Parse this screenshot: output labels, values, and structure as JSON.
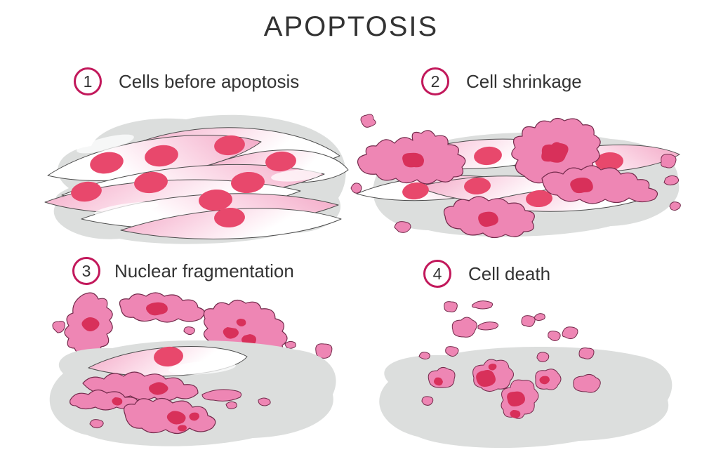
{
  "title": "APOPTOSIS",
  "colors": {
    "accent_circle": "#c2185b",
    "text": "#333333",
    "substrate_gray": "#dcdedd",
    "cell_pink": "#f3a8c6",
    "cell_pink_pale": "#fbd9e7",
    "nucleus_red": "#e8486c",
    "shrunken_pink": "#ee86b4",
    "fragment_nucleus": "#d8305a",
    "outline_maroon": "#732a4b"
  },
  "steps": [
    {
      "number": "1",
      "label": "Cells before apoptosis"
    },
    {
      "number": "2",
      "label": "Cell shrinkage"
    },
    {
      "number": "3",
      "label": "Nuclear fragmentation"
    },
    {
      "number": "4",
      "label": "Cell death"
    }
  ]
}
